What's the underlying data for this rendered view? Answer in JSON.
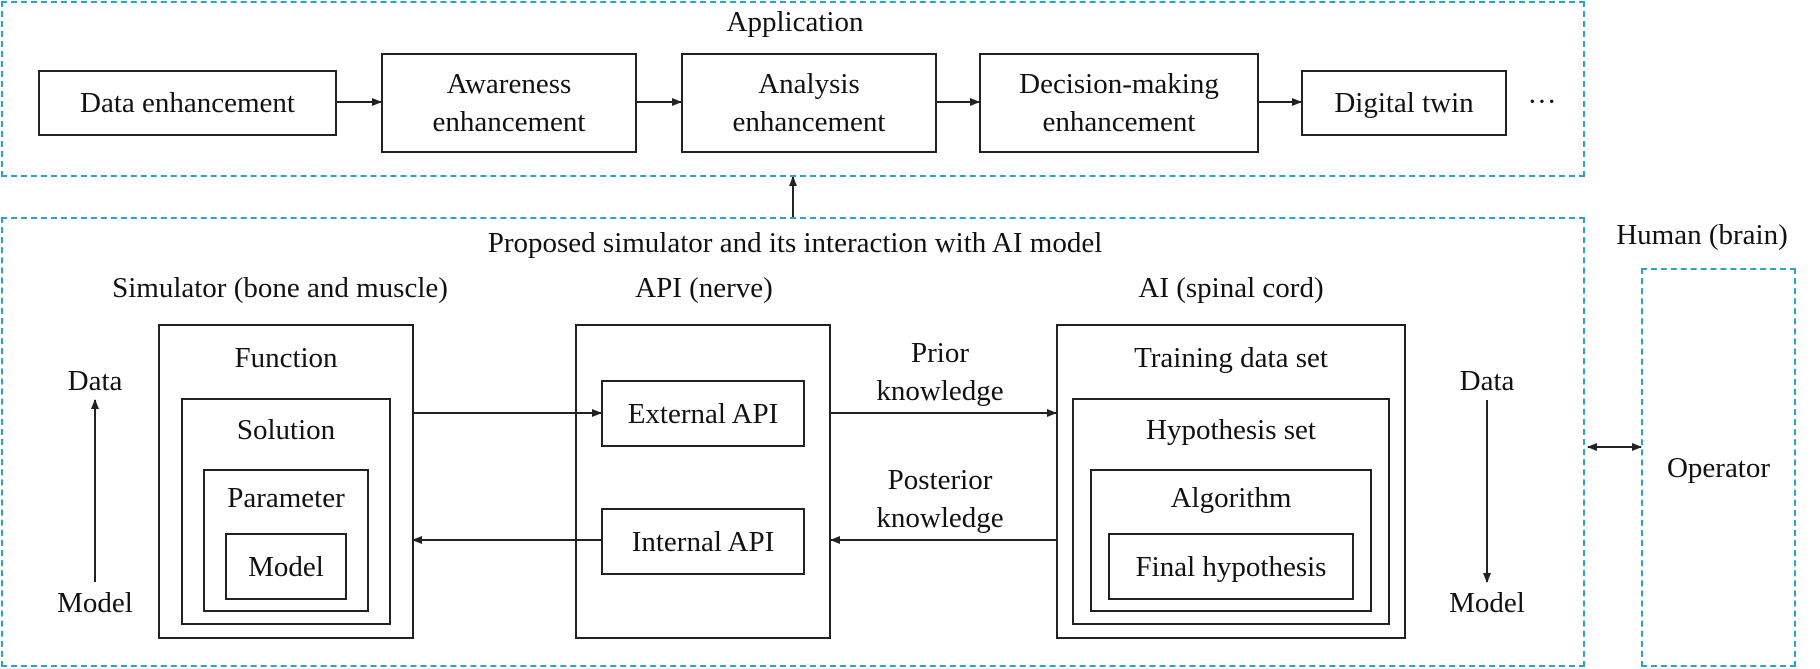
{
  "application": {
    "title": "Application",
    "steps": [
      "Data enhancement",
      "Awareness\nenhancement",
      "Analysis\nenhancement",
      "Decision-making\nenhancement",
      "Digital twin"
    ],
    "ellipsis": "···"
  },
  "proposed": {
    "title": "Proposed simulator and its interaction with AI model",
    "simulator": {
      "header": "Simulator (bone and muscle)",
      "function": "Function",
      "solution": "Solution",
      "parameter": "Parameter",
      "model": "Model",
      "axis_top": "Data",
      "axis_bottom": "Model"
    },
    "api": {
      "header": "API (nerve)",
      "external": "External API",
      "internal": "Internal API",
      "prior": "Prior\nknowledge",
      "posterior": "Posterior\nknowledge"
    },
    "ai": {
      "header": "AI (spinal cord)",
      "training": "Training data set",
      "hypothesis_set": "Hypothesis set",
      "algorithm": "Algorithm",
      "final": "Final hypothesis",
      "axis_top": "Data",
      "axis_bottom": "Model"
    }
  },
  "human": {
    "title": "Human (brain)",
    "operator": "Operator"
  }
}
